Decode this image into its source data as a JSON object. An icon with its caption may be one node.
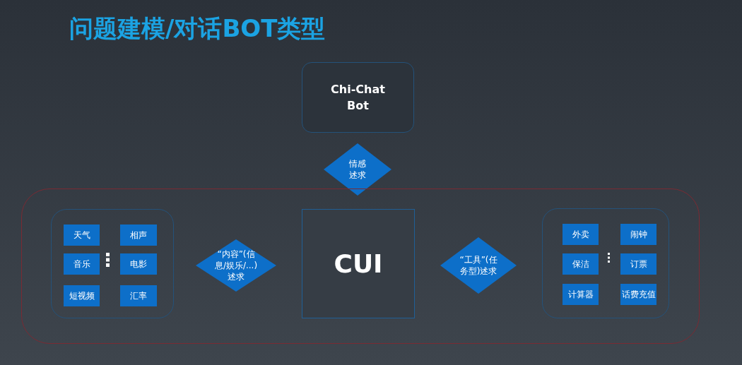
{
  "diagram": {
    "title": "问题建模/对话BOT类型",
    "nodes": [
      {
        "text": [
          "Chi-Chat Bot"
        ]
      },
      {
        "text": [
          "情感述求"
        ]
      },
      {
        "text": [],
        "shape": "box"
      },
      {
        "text": [],
        "shape": "box",
        "in": 2
      },
      {
        "text": [
          "天气"
        ],
        "in": 3
      },
      {
        "text": [
          "相声"
        ],
        "in": 3
      },
      {
        "text": [
          "音乐"
        ],
        "in": 3
      },
      {
        "text": [
          "电影"
        ],
        "in": 3
      },
      {
        "text": [
          "短视频"
        ],
        "in": 3
      },
      {
        "text": [
          "汇率"
        ],
        "in": 3
      },
      {
        "text": [
          "“内容”(信息/娱乐/...)述求"
        ],
        "in": 2
      },
      {
        "text": [
          "CUI"
        ],
        "in": 2
      },
      {
        "text": [
          "“工具”(任务型)述求"
        ],
        "in": 2
      },
      {
        "text": [],
        "shape": "box",
        "in": 2
      },
      {
        "text": [
          "外卖"
        ],
        "in": 13
      },
      {
        "text": [
          "闹钟"
        ],
        "in": 13
      },
      {
        "text": [
          "保洁"
        ],
        "in": 13
      },
      {
        "text": [
          "订票"
        ],
        "in": 13
      },
      {
        "text": [
          "计算器"
        ],
        "in": 13
      },
      {
        "text": [
          "话费充值"
        ],
        "in": 13
      }
    ],
    "edges": []
  }
}
